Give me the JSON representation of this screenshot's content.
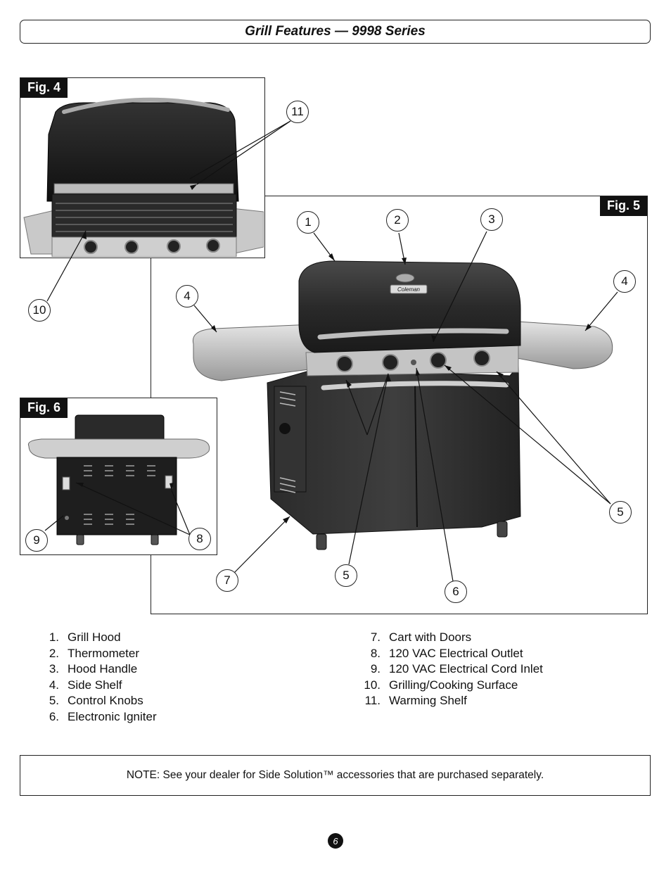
{
  "page": {
    "title": "Grill Features — 9998 Series",
    "note": "NOTE: See your dealer for Side Solution™ accessories that are purchased separately.",
    "page_number": "6"
  },
  "figures": {
    "fig4": "Fig. 4",
    "fig5": "Fig. 5",
    "fig6": "Fig. 6"
  },
  "brand": {
    "logo": "Coleman"
  },
  "callouts": [
    "1",
    "2",
    "3",
    "4",
    "4",
    "5",
    "5",
    "6",
    "7",
    "8",
    "9",
    "10",
    "11"
  ],
  "legend": {
    "left": [
      {
        "num": "1.",
        "label": "Grill Hood"
      },
      {
        "num": "2.",
        "label": "Thermometer"
      },
      {
        "num": "3.",
        "label": "Hood Handle"
      },
      {
        "num": "4.",
        "label": "Side Shelf"
      },
      {
        "num": "5.",
        "label": "Control Knobs"
      },
      {
        "num": "6.",
        "label": "Electronic Igniter"
      }
    ],
    "right": [
      {
        "num": "7.",
        "label": "Cart with Doors"
      },
      {
        "num": "8.",
        "label": "120 VAC Electrical Outlet"
      },
      {
        "num": "9.",
        "label": "120 VAC Electrical Cord Inlet"
      },
      {
        "num": "10.",
        "label": "Grilling/Cooking Surface"
      },
      {
        "num": "11.",
        "label": "Warming Shelf"
      }
    ]
  }
}
